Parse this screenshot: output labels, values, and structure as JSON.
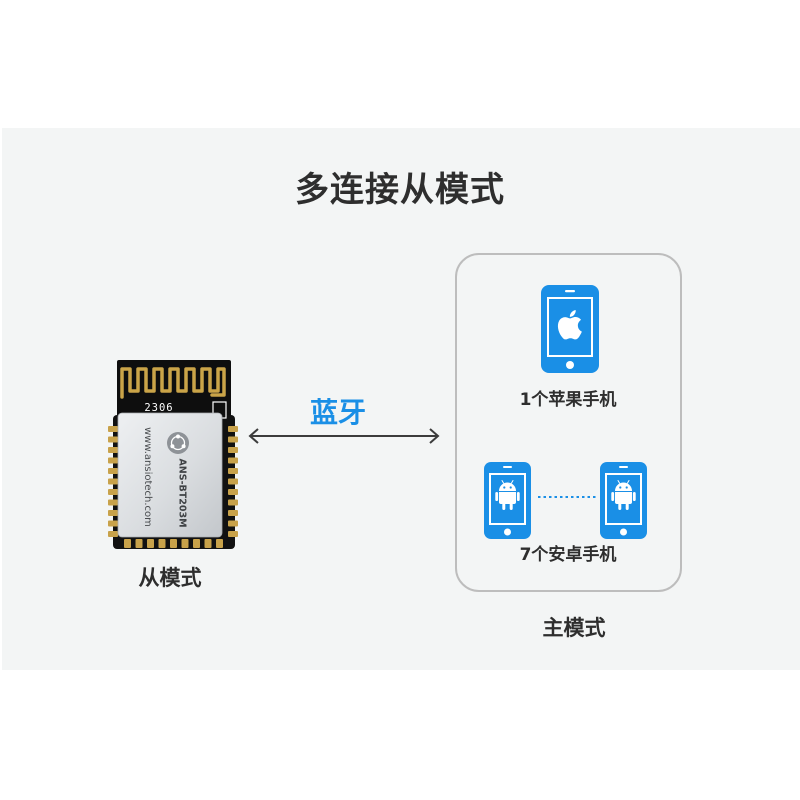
{
  "title": "多连接从模式",
  "slave": {
    "label": "从模式",
    "module": {
      "pcb_code": "2306",
      "website": "www.ansiotech.com",
      "model": "ANS-BT203M"
    }
  },
  "link": {
    "label": "蓝牙",
    "icon": "double-arrow-icon"
  },
  "master": {
    "label": "主模式",
    "devices": [
      {
        "label": "1个苹果手机",
        "icon": "apple-phone-icon"
      },
      {
        "label": "7个安卓手机",
        "icon": "android-phone-icon"
      }
    ]
  },
  "colors": {
    "accent": "#1a8fe6",
    "text": "#2e2e2e",
    "panel": "#f3f5f5",
    "box_border": "#bdbdbd",
    "arrow": "#3c3c3c"
  }
}
